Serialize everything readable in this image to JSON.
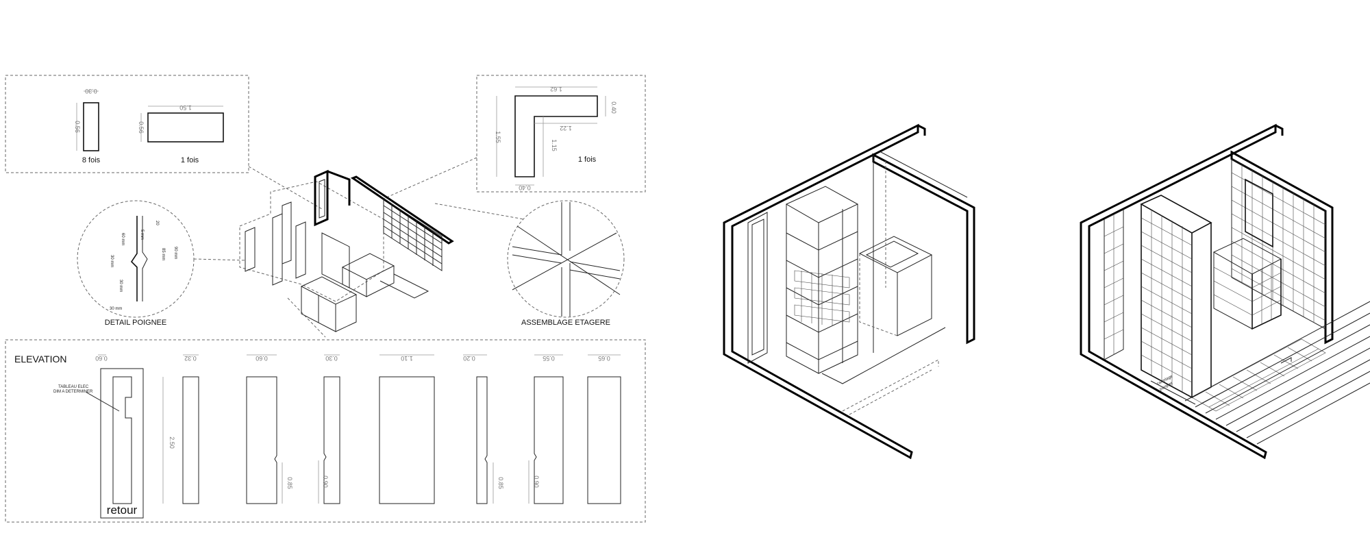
{
  "panel_top_left": {
    "label_a": "8 fois",
    "label_b": "1 fois",
    "dim_a_width": "0.30",
    "dim_a_height": "0.56",
    "dim_b_width": "1.50",
    "dim_b_height": "0.56"
  },
  "panel_top_right": {
    "label": "1 fois",
    "dim_top": "1.62",
    "dim_right": "0.40",
    "dim_inner": "1.22",
    "dim_inner_v": "1.15",
    "dim_left": "1.55",
    "dim_bottom": "0.40"
  },
  "detail_poignee": {
    "title": "DETAIL POIGNEE",
    "dims": [
      "5 mm",
      "20",
      "60 mm",
      "90 mm",
      "85 mm",
      "30 mm",
      "30 mm",
      "30 mm"
    ]
  },
  "assemblage": {
    "title": "ASSEMBLAGE ETAGERE"
  },
  "elevation": {
    "title": "ELEVATION",
    "note_line1": "TABLEAU ELEC",
    "note_line2": "DIM A DETERMINER",
    "height_dim": "2.50",
    "retour": "retour",
    "widths": [
      "0.60",
      "0.32",
      "0.60",
      "0.30",
      "1.10",
      "0.20",
      "0.55",
      "0.65"
    ],
    "handle_heights": [
      "0.85",
      "0.90",
      "0.85",
      "0.90"
    ]
  },
  "iso_right": {
    "label_line1": "carrelage",
    "label_line2": "parquet"
  }
}
